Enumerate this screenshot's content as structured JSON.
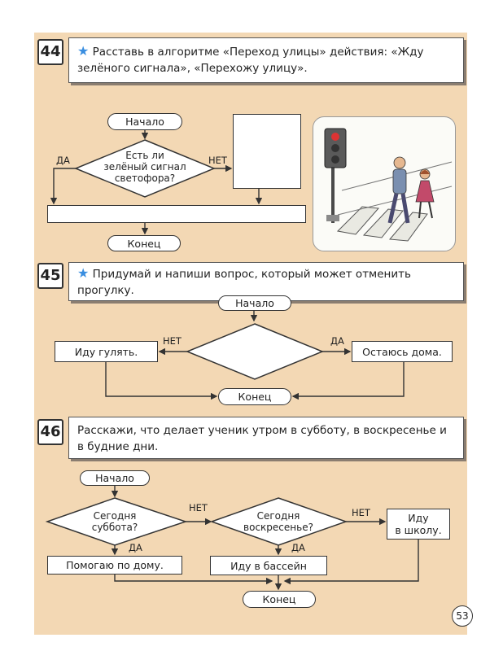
{
  "page_number": "53",
  "task44": {
    "number": "44",
    "star": "★",
    "text": "Расставь в алгоритме «Переход улицы» действия: «Жду зелёного сигнала», «Перехожу улицу».",
    "start": "Начало",
    "condition_lines": [
      "Есть ли",
      "зелёный сигнал",
      "светофора?"
    ],
    "yes": "ДА",
    "no": "НЕТ",
    "end": "Конец",
    "action_box_value": "",
    "wide_box_value": "",
    "illustration": "pedestrians-crossing-at-traffic-light"
  },
  "task45": {
    "number": "45",
    "star": "★",
    "text": "Придумай и напиши вопрос, который может отменить прогулку.",
    "start": "Начало",
    "no": "НЕТ",
    "yes": "ДА",
    "left_action": "Иду гулять.",
    "right_action": "Остаюсь дома.",
    "condition_value": "",
    "end": "Конец"
  },
  "task46": {
    "number": "46",
    "text": "Расскажи, что делает ученик утром в субботу, в воскресенье и в будние дни.",
    "start": "Начало",
    "cond1_lines": [
      "Сегодня",
      "суббота?"
    ],
    "cond2_lines": [
      "Сегодня",
      "воскресенье?"
    ],
    "no1": "НЕТ",
    "no2": "НЕТ",
    "yes1": "ДА",
    "yes2": "ДА",
    "action_school_lines": [
      "Иду",
      "в школу."
    ],
    "action_home": "Помогаю по дому.",
    "action_pool": "Иду в бассейн",
    "end": "Конец"
  }
}
